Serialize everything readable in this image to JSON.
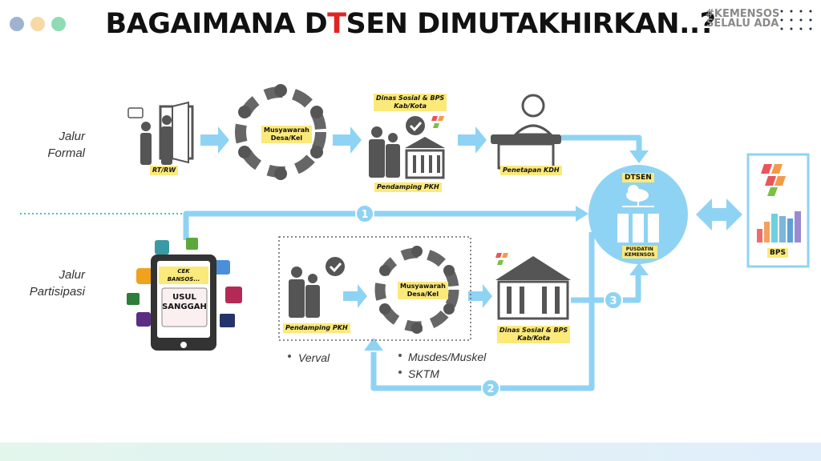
{
  "title": {
    "part1": "BAGAIMANA D",
    "highlight": "T",
    "part2": "SEN DIMUTAKHIRKAN..?"
  },
  "hashtag": {
    "line1": "#KEMENSOS",
    "line2": "SELALU ADA"
  },
  "window_dots": [
    "#9fb3d1",
    "#f7d9a6",
    "#8fdcb4"
  ],
  "colors": {
    "flow": "#8fd3f4",
    "highlight": "#fbe97a",
    "icon": "#5a5a5a"
  },
  "formal": {
    "label_line1": "Jalur",
    "label_line2": "Formal",
    "steps": [
      {
        "label": "RT/RW"
      },
      {
        "label_line1": "Musyawarah",
        "label_line2": "Desa/Kel"
      },
      {
        "label_top_line1": "Dinas Sosial & BPS",
        "label_top_line2": "Kab/Kota",
        "label_bottom": "Pendamping PKH"
      },
      {
        "label": "Penetapan KDH"
      }
    ]
  },
  "center": {
    "label": "DTSEN",
    "sub_line1": "PUSDATIN",
    "sub_line2": "KEMENSOS"
  },
  "bps": {
    "label": "BPS"
  },
  "partisipasi": {
    "label_line1": "Jalur",
    "label_line2": "Partisipasi",
    "phone": {
      "banner": "CEK BANSOS...",
      "button_line1": "USUL",
      "button_line2": "SANGGAH"
    },
    "steps": [
      {
        "label": "Pendamping PKH"
      },
      {
        "label_line1": "Musyawarah",
        "label_line2": "Desa/Kel"
      },
      {
        "label_line1": "Dinas Sosial & BPS",
        "label_line2": "Kab/Kota"
      }
    ],
    "notes": {
      "verval": "Verval",
      "musdes": "Musdes/Muskel",
      "sktm": "SKTM"
    },
    "route_numbers": [
      "1",
      "2",
      "3"
    ]
  }
}
